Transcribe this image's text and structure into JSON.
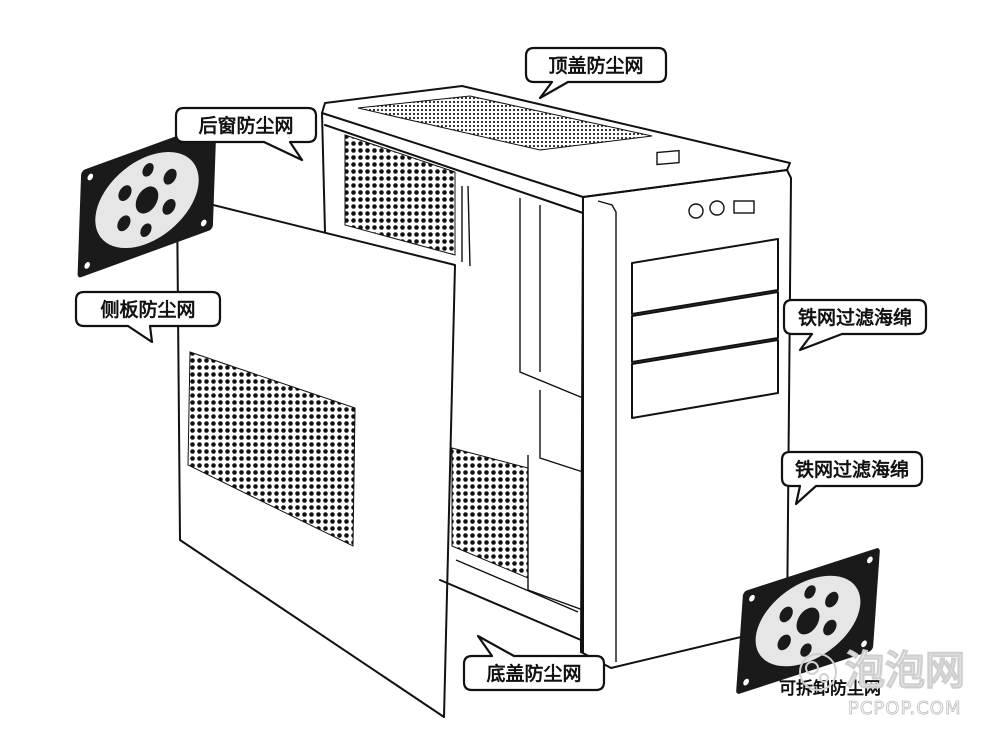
{
  "labels": {
    "top_cover_filter": "顶盖防尘网",
    "rear_window_filter": "后窗防尘网",
    "side_panel_filter": "侧板防尘网",
    "iron_mesh_sponge_1": "铁网过滤海绵",
    "iron_mesh_sponge_2": "铁网过滤海绵",
    "bottom_cover_filter": "底盖防尘网",
    "removable_filter": "可拆卸防尘网"
  },
  "watermark": {
    "site_name": "泡泡网",
    "site_url": "PCPOP.COM"
  },
  "colors": {
    "ink": "#111111",
    "paper": "#ffffff",
    "filter_body": "#1a1a1a",
    "hex_light": "#e6e6e6",
    "hex_dark": "#1a1a1a"
  }
}
